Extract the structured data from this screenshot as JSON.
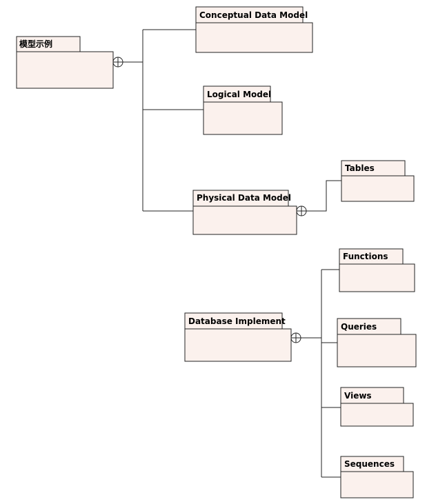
{
  "diagram": {
    "packages": {
      "root": "模型示例",
      "conceptual": "Conceptual Data Model",
      "logical": "Logical Model",
      "physical": "Physical Data Model",
      "tables": "Tables",
      "db_impl": "Database Implement",
      "functions": "Functions",
      "queries": "Queries",
      "views": "Views",
      "sequences": "Sequences"
    }
  }
}
